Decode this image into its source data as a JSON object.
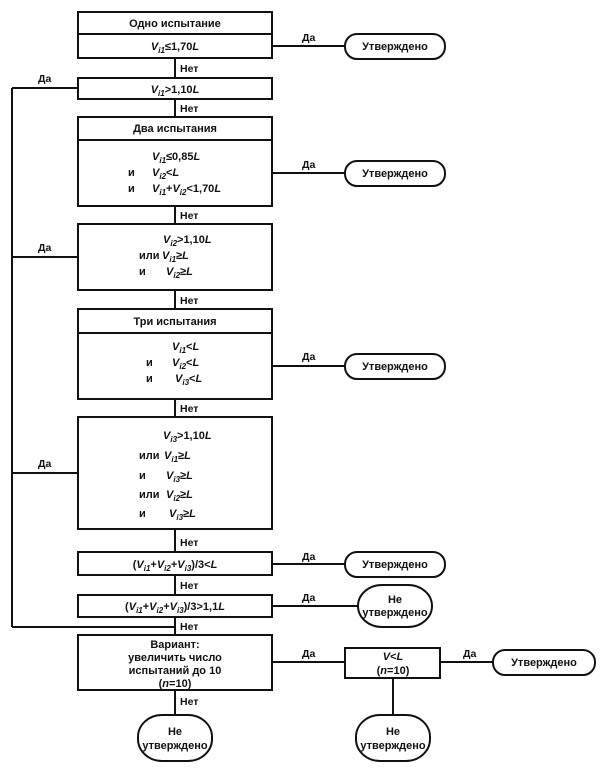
{
  "labels": {
    "yes": "Да",
    "no": "Нет"
  },
  "terminals": {
    "approved": "Утверждено",
    "not_approved_line1": "Не",
    "not_approved_line2": "утверждено"
  },
  "sections": {
    "one_test": {
      "title": "Одно испытание"
    },
    "two_tests": {
      "title": "Два испытания"
    },
    "three_tests": {
      "title": "Три испытания"
    }
  },
  "conjunctions": {
    "and": "и",
    "or": "или"
  },
  "conditions": {
    "c1": [
      {
        "v": "V",
        "s": "i1",
        "t": "≤1,70L"
      }
    ],
    "c2": [
      {
        "v": "V",
        "s": "i1",
        "t": ">1,10L"
      }
    ],
    "c3": [
      {
        "pre": "",
        "v": "V",
        "s": "i1",
        "t": "≤0,85L"
      },
      {
        "pre": "и",
        "v": "V",
        "s": "i2",
        "t": "<L"
      },
      {
        "pre": "и",
        "v": "V",
        "s": "i1",
        "t": "+",
        "v2": "V",
        "s2": "i2",
        "t2": "<1,70L"
      }
    ],
    "c4": [
      {
        "pre": "",
        "v": "V",
        "s": "i2",
        "t": ">1,10L"
      },
      {
        "pre": "или",
        "v": "V",
        "s": "i1",
        "t": "≥L"
      },
      {
        "pre": "и",
        "v": "V",
        "s": "i2",
        "t": "≥L"
      }
    ],
    "c5": [
      {
        "pre": "",
        "v": "V",
        "s": "i1",
        "t": "<L"
      },
      {
        "pre": "и",
        "v": "V",
        "s": "i2",
        "t": "<L"
      },
      {
        "pre": "и",
        "v": "V",
        "s": "i3",
        "t": "<L"
      }
    ],
    "c6": [
      {
        "pre": "",
        "v": "V",
        "s": "i3",
        "t": ">1,10L"
      },
      {
        "pre": "или",
        "v": "V",
        "s": "i1",
        "t": "≥L"
      },
      {
        "pre": "и",
        "v": "V",
        "s": "i3",
        "t": "≥L"
      },
      {
        "pre": "или",
        "v": "V",
        "s": "i2",
        "t": "≥L"
      },
      {
        "pre": "и",
        "v": "V",
        "s": "i3",
        "t": "≥L"
      }
    ],
    "c7": "(Vi1+Vi2+Vi3)/3<L",
    "c8": "(Vi1+Vi2+Vi3)/3>1,1L",
    "variant": [
      "Вариант:",
      "увеличить число",
      "испытаний до 10",
      "(n=10)"
    ],
    "v10": [
      "V<L",
      "(n=10)"
    ]
  }
}
